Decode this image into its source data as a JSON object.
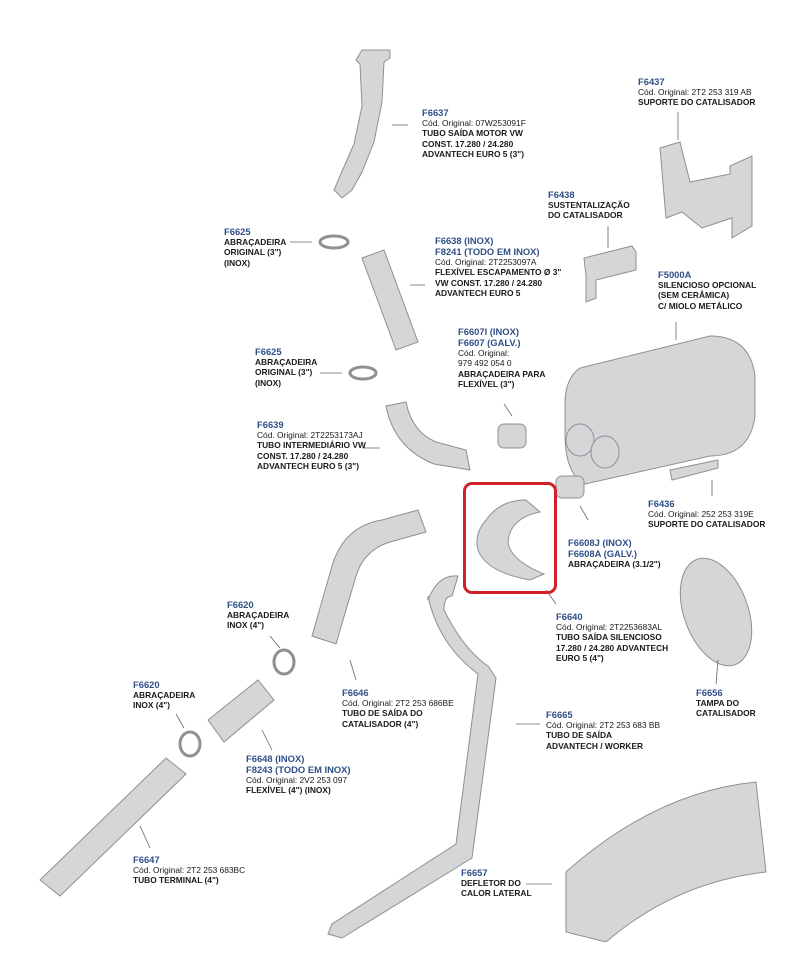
{
  "highlight_color": "#d0202a",
  "parts": [
    {
      "codes": [
        "F6637"
      ],
      "orig": "Cód. Original: 07W253091F",
      "desc": [
        "TUBO SAÍDA MOTOR VW",
        "CONST. 17.280 / 24.280",
        "ADVANTECH EURO 5 (3\")"
      ]
    },
    {
      "codes": [
        "F6437"
      ],
      "orig": "Cód. Original: 2T2 253 319 AB",
      "desc": [
        "SUPORTE DO CATALISADOR"
      ]
    },
    {
      "codes": [
        "F6438"
      ],
      "desc": [
        "SUSTENTALIZAÇÃO",
        "DO CATALISADOR"
      ]
    },
    {
      "codes": [
        "F6625"
      ],
      "desc": [
        "ABRAÇADEIRA",
        "ORIGINAL (3\")",
        "(INOX)"
      ]
    },
    {
      "codes": [
        "F6638 (INOX)",
        "F8241 (TODO EM INOX)"
      ],
      "orig": "Cód. Original: 2T2253097A",
      "desc": [
        "FLEXÍVEL ESCAPAMENTO Ø 3\"",
        "VW CONST. 17.280 / 24.280",
        "ADVANTECH EURO 5"
      ]
    },
    {
      "codes": [
        "F5000A"
      ],
      "desc": [
        "SILENCIOSO OPCIONAL",
        "(SEM CERÂMICA)",
        "C/ MIOLO METÁLICO"
      ]
    },
    {
      "codes": [
        "F6607I (INOX)",
        "F6607 (GALV.)"
      ],
      "orig": "Cód. Original:",
      "orig2": "979 492 054 0",
      "desc": [
        "ABRAÇADEIRA PARA",
        "FLEXÍVEL (3\")"
      ]
    },
    {
      "codes": [
        "F6625"
      ],
      "desc": [
        "ABRAÇADEIRA",
        "ORIGINAL (3\")",
        "(INOX)"
      ]
    },
    {
      "codes": [
        "F6639"
      ],
      "orig": "Cód. Original: 2T2253173AJ",
      "desc": [
        "TUBO INTERMEDIÁRIO VW",
        "CONST. 17.280 / 24.280",
        "ADVANTECH EURO 5 (3\")"
      ]
    },
    {
      "codes": [
        "F6436"
      ],
      "orig": "Cód. Original: 252 253 319E",
      "desc": [
        "SUPORTE DO CATALISADOR"
      ]
    },
    {
      "codes": [
        "F6608J (INOX)",
        "F6608A (GALV.)"
      ],
      "desc": [
        "ABRAÇADEIRA (3.1/2\")"
      ]
    },
    {
      "codes": [
        "F6620"
      ],
      "desc": [
        "ABRAÇADEIRA",
        "INOX (4\")"
      ]
    },
    {
      "codes": [
        "F6640"
      ],
      "orig": "Cód. Original: 2T2253683AL",
      "desc": [
        "TUBO SAÍDA SILENCIOSO",
        "17.280 / 24.280 ADVANTECH",
        "EURO 5 (4\")"
      ]
    },
    {
      "codes": [
        "F6620"
      ],
      "desc": [
        "ABRAÇADEIRA",
        "INOX (4\")"
      ]
    },
    {
      "codes": [
        "F6646"
      ],
      "orig": "Cód. Original: 2T2 253 686BE",
      "desc": [
        "TUBO DE SAÍDA DO",
        "CATALISADOR (4\")"
      ]
    },
    {
      "codes": [
        "F6656"
      ],
      "desc": [
        "TAMPA DO",
        "CATALISADOR"
      ]
    },
    {
      "codes": [
        "F6665"
      ],
      "orig": "Cód. Original: 2T2 253 683 BB",
      "desc": [
        "TUBO DE SAÍDA",
        "ADVANTECH / WORKER"
      ]
    },
    {
      "codes": [
        "F6648 (INOX)",
        "F8243 (TODO EM INOX)"
      ],
      "orig": "Cód. Original: 2V2 253 097",
      "desc": [
        "FLEXÍVEL (4\") (INOX)"
      ]
    },
    {
      "codes": [
        "F6647"
      ],
      "orig": "Cód. Original: 2T2 253 683BC",
      "desc": [
        "TUBO TERMINAL (4\")"
      ]
    },
    {
      "codes": [
        "F6657"
      ],
      "desc": [
        "DEFLETOR DO",
        "CALOR LATERAL"
      ]
    }
  ]
}
